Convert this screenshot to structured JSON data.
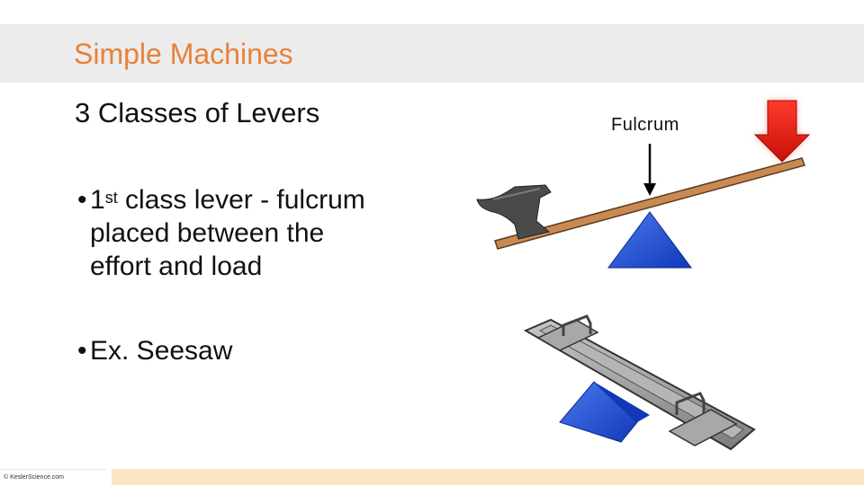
{
  "slide": {
    "title": "Simple Machines",
    "subtitle": "3 Classes of Levers",
    "bullets": [
      {
        "marker": "•",
        "lead": "1",
        "superscript": "st",
        "line1_rest": " class lever - fulcrum",
        "line2": "placed between the",
        "line3": "effort and load"
      },
      {
        "marker": "•",
        "text": "Ex. Seesaw"
      }
    ],
    "diagram": {
      "fulcrum_label": "Fulcrum"
    },
    "footer": {
      "copyright": "© KeslerScience.com"
    }
  },
  "colors": {
    "title": "#e8813a",
    "header_band": "#ececec",
    "footer_band": "#fbe6c4",
    "lever_beam": "#c98a52",
    "fulcrum_blue": "#1f4fd6",
    "effort_arrow": "#e01a12",
    "anvil": "#4a4a4a",
    "seesaw_metal": "#9a9a9a"
  }
}
